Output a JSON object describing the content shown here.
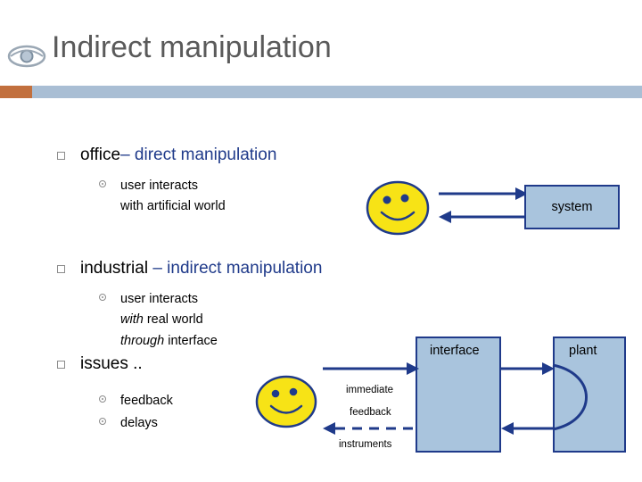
{
  "slide": {
    "title": "Indirect manipulation",
    "header_icon": "eye-icon",
    "accent_color": "#c2703e",
    "bar_color": "#a9bed4",
    "title_color": "#5a5a5a",
    "diagram_accent": "#1f3a8a",
    "box_fill": "#a9c4dd"
  },
  "bullets": [
    {
      "id": "office",
      "text_plain": "office",
      "text_accent": "– direct manipulation",
      "sub": [
        {
          "lines": [
            "user interacts",
            "with artificial world"
          ]
        }
      ]
    },
    {
      "id": "industrial",
      "text_plain": "industrial ",
      "text_accent": "– indirect manipulation",
      "sub": [
        {
          "lines": [
            "user interacts",
            "with real world",
            "through interface"
          ]
        }
      ]
    },
    {
      "id": "issues",
      "text_plain": "issues ..",
      "text_accent": "",
      "sub": [
        {
          "lines": [
            "feedback"
          ]
        },
        {
          "lines": [
            "delays"
          ]
        }
      ]
    }
  ],
  "diagram_top": {
    "smiley_name": "smiley-face-user",
    "system_box_label": "system",
    "arrow_out_name": "arrow-user-to-system",
    "arrow_in_name": "arrow-system-to-user"
  },
  "diagram_bottom": {
    "smiley_name": "smiley-face-user",
    "interface_box_label": "interface",
    "plant_box_label": "plant",
    "labels": {
      "immediate": "immediate",
      "feedback": "feedback",
      "instruments": "instruments"
    }
  }
}
